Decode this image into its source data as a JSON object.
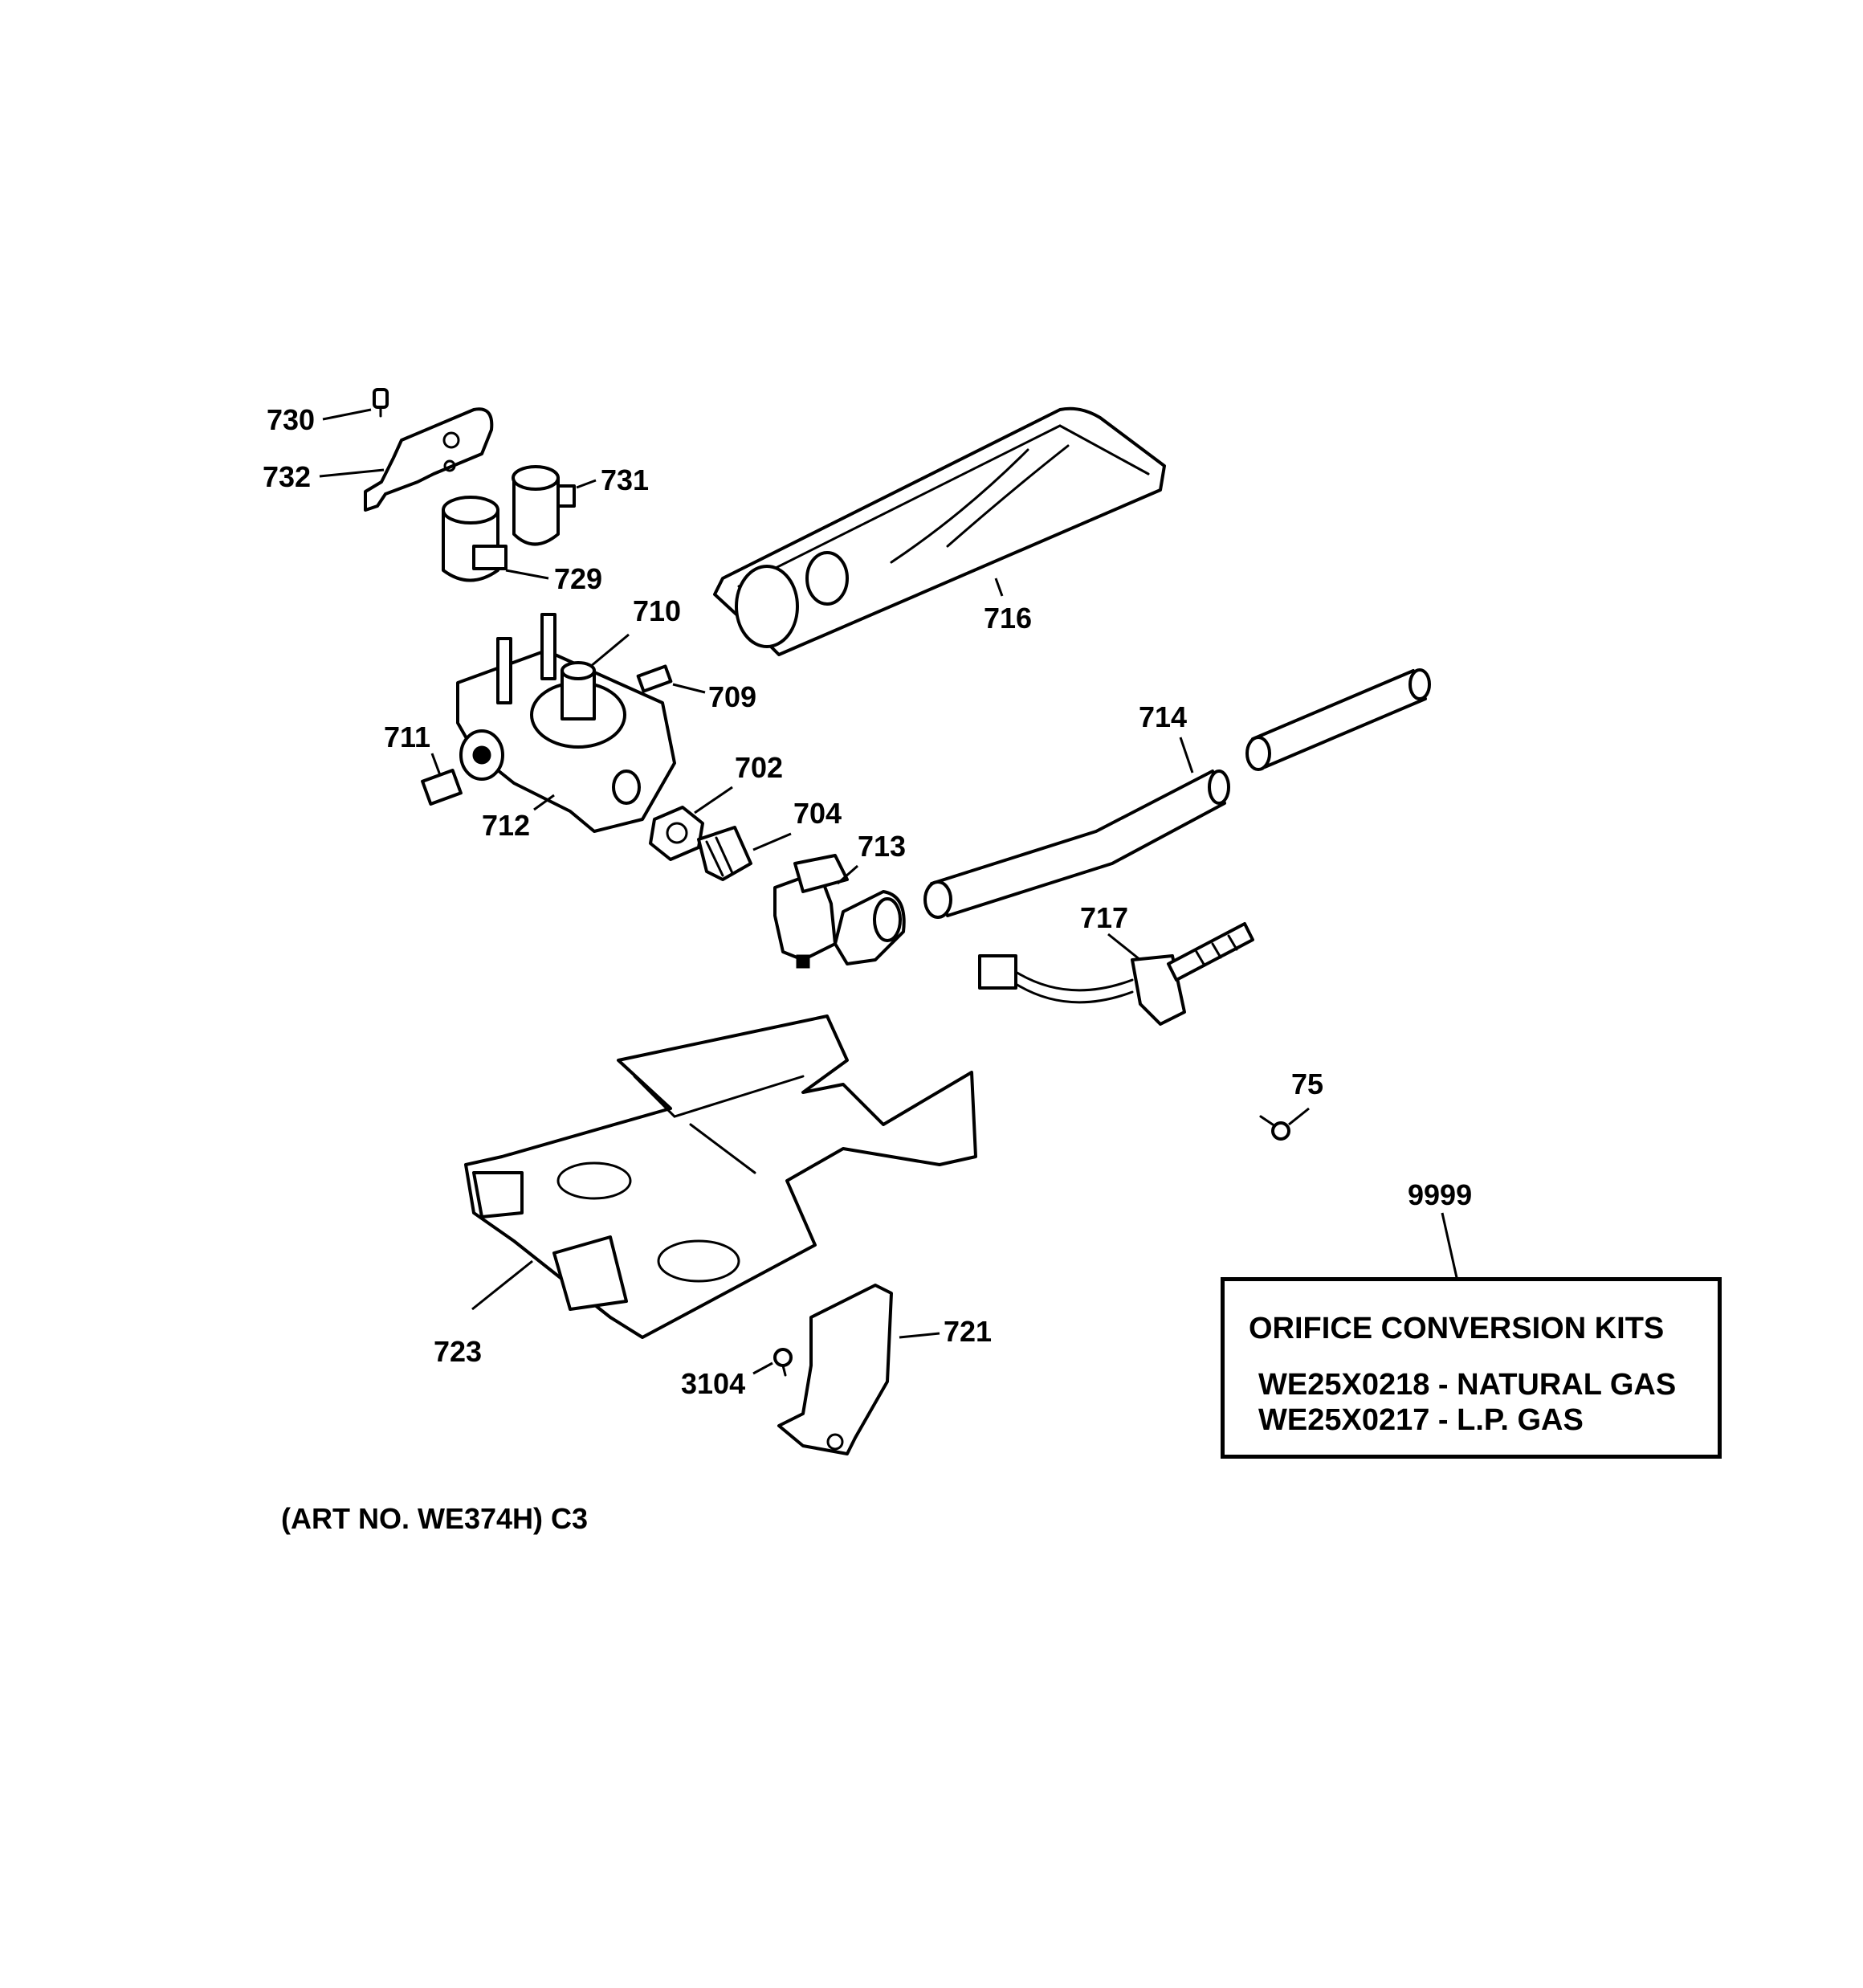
{
  "callouts": {
    "p730": "730",
    "p732": "732",
    "p731": "731",
    "p729": "729",
    "p710": "710",
    "p716": "716",
    "p709": "709",
    "p711": "711",
    "p712": "712",
    "p702": "702",
    "p704": "704",
    "p713": "713",
    "p714": "714",
    "p717": "717",
    "p75": "75",
    "p9999": "9999",
    "p723": "723",
    "p721": "721",
    "p3104": "3104"
  },
  "kit_box": {
    "title": "ORIFICE CONVERSION KITS",
    "rows": [
      "WE25X0218 - NATURAL GAS",
      "WE25X0217 - L.P. GAS"
    ]
  },
  "art_number": "(ART NO. WE374H) C3"
}
